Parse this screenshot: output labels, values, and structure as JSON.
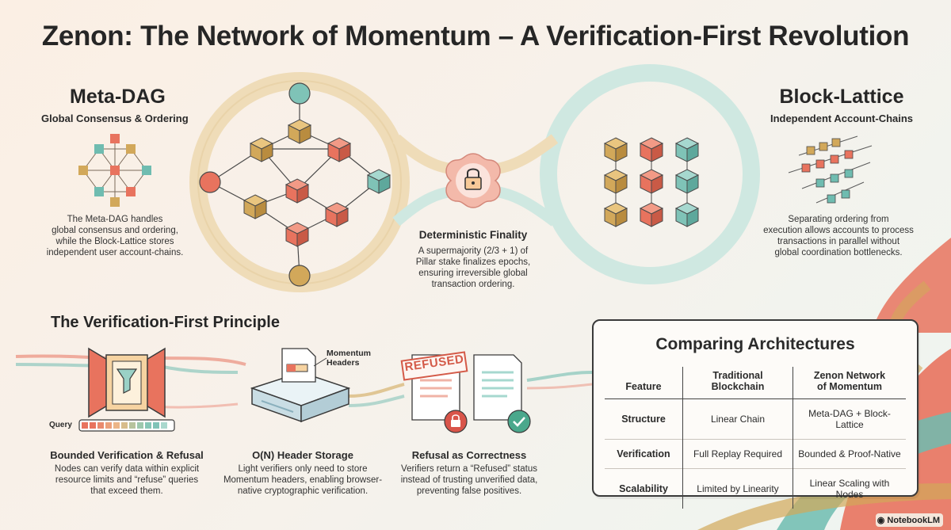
{
  "title": "Zenon: The Network of Momentum – A Verification-First Revolution",
  "meta_dag": {
    "heading": "Meta-DAG",
    "subheading": "Global Consensus & Ordering",
    "description": [
      "The Meta-DAG handles",
      "global consensus and ordering,",
      "while the Block-Lattice stores",
      "independent user account-chains."
    ]
  },
  "finality": {
    "heading": "Deterministic Finality",
    "description": [
      "A supermajority (2/3 + 1) of",
      "Pillar stake finalizes epochs,",
      "ensuring irreversible global",
      "transaction ordering."
    ]
  },
  "block_lattice": {
    "heading": "Block-Lattice",
    "subheading": "Independent Account-Chains",
    "description": [
      "Separating ordering from",
      "execution allows accounts to process",
      "transactions in parallel without",
      "global coordination bottlenecks."
    ]
  },
  "principle": {
    "heading": "The Verification-First Principle",
    "items": [
      {
        "title": "Bounded Verification & Refusal",
        "description": [
          "Nodes can verify data within explicit",
          "resource limits and “refuse” queries",
          "that exceed them."
        ]
      },
      {
        "title": "O(N) Header Storage",
        "description": [
          "Light verifiers only need to store",
          "Momentum headers, enabling browser-",
          "native cryptographic verification."
        ]
      },
      {
        "title": "Refusal as Correctness",
        "description": [
          "Verifiers return a “Refused” status",
          "instead of trusting unverified data,",
          "preventing false positives."
        ]
      }
    ],
    "query_label": "Query",
    "momentum_label": [
      "Momentum",
      "Headers"
    ],
    "refused_stamp": "REFUSED"
  },
  "comparison": {
    "title": "Comparing Architectures",
    "headers": [
      "Feature",
      "Traditional Blockchain",
      "Zenon Network of Momentum"
    ],
    "header_lines": [
      [
        "Feature"
      ],
      [
        "Traditional",
        "Blockchain"
      ],
      [
        "Zenon Network",
        "of Momentum"
      ]
    ],
    "rows": [
      [
        "Structure",
        "Linear Chain",
        "Meta-DAG + Block-Lattice"
      ],
      [
        "Verification",
        "Full Replay Required",
        "Bounded & Proof-Native"
      ],
      [
        "Scalability",
        "Limited by Linearity",
        "Linear Scaling with Nodes"
      ]
    ]
  },
  "logo": "NotebookLM",
  "colors": {
    "coral": "#e8735e",
    "gold": "#d2a85a",
    "teal": "#6fbcb0",
    "dark": "#2b2b2b"
  },
  "icons": [
    "lock-icon",
    "filter-icon",
    "server-icon",
    "check-icon",
    "padlock-badge-icon"
  ]
}
